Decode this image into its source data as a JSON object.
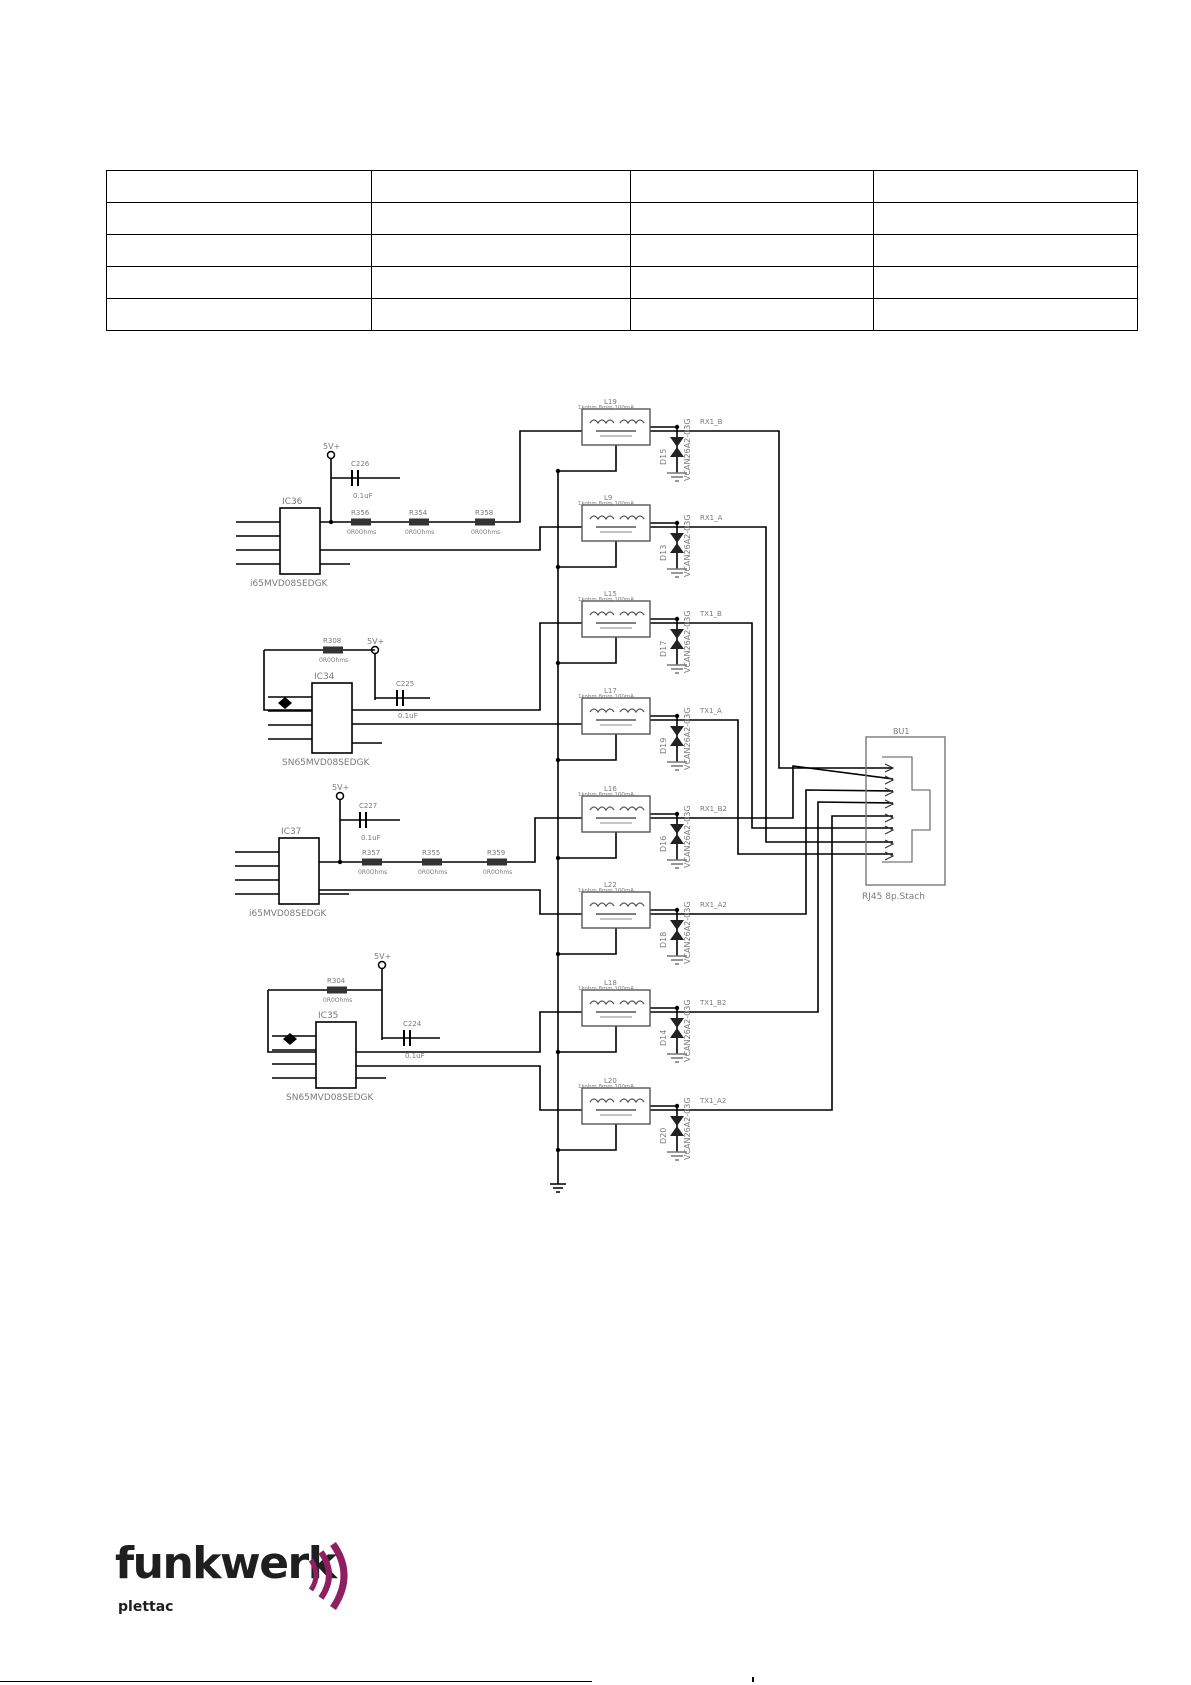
{
  "table": {
    "rows": 5,
    "cols": 4
  },
  "schematic": {
    "ics": [
      {
        "ref": "IC36",
        "part": "i65MVD08SEDGK"
      },
      {
        "ref": "IC34",
        "part": "SN65MVD08SEDGK"
      },
      {
        "ref": "IC37",
        "part": "i65MVD08SEDGK"
      },
      {
        "ref": "IC35",
        "part": "SN65MVD08SEDGK"
      }
    ],
    "caps": [
      "C226",
      "C225",
      "C227",
      "C224"
    ],
    "cap_value": "0.1uF",
    "supply": "5V+",
    "resistors_top": [
      "R356",
      "R354",
      "R358"
    ],
    "resistors_bottom": [
      "R357",
      "R355",
      "R359"
    ],
    "resistor_feedback": [
      "R308",
      "R304"
    ],
    "resistor_value": "0R0Ohms",
    "transformers": [
      "L19",
      "L9",
      "L15",
      "L17",
      "L16",
      "L22",
      "L18",
      "L20"
    ],
    "transformer_value": "1kohm 8mm 100mA",
    "diodes": [
      "D15",
      "D13",
      "D17",
      "D19",
      "D16",
      "D18",
      "D14",
      "D20"
    ],
    "diode_part": "VCAN26A2-03G",
    "nets": [
      "RX1_B",
      "RX1_A",
      "TX1_B",
      "TX1_A",
      "RX1_B2",
      "RX1_A2",
      "TX1_B2",
      "TX1_A2"
    ],
    "connector": {
      "ref": "BU1",
      "part": "RJ45 8p.Stach"
    }
  },
  "logo": {
    "name": "funkwerk",
    "sub": "plettac"
  }
}
